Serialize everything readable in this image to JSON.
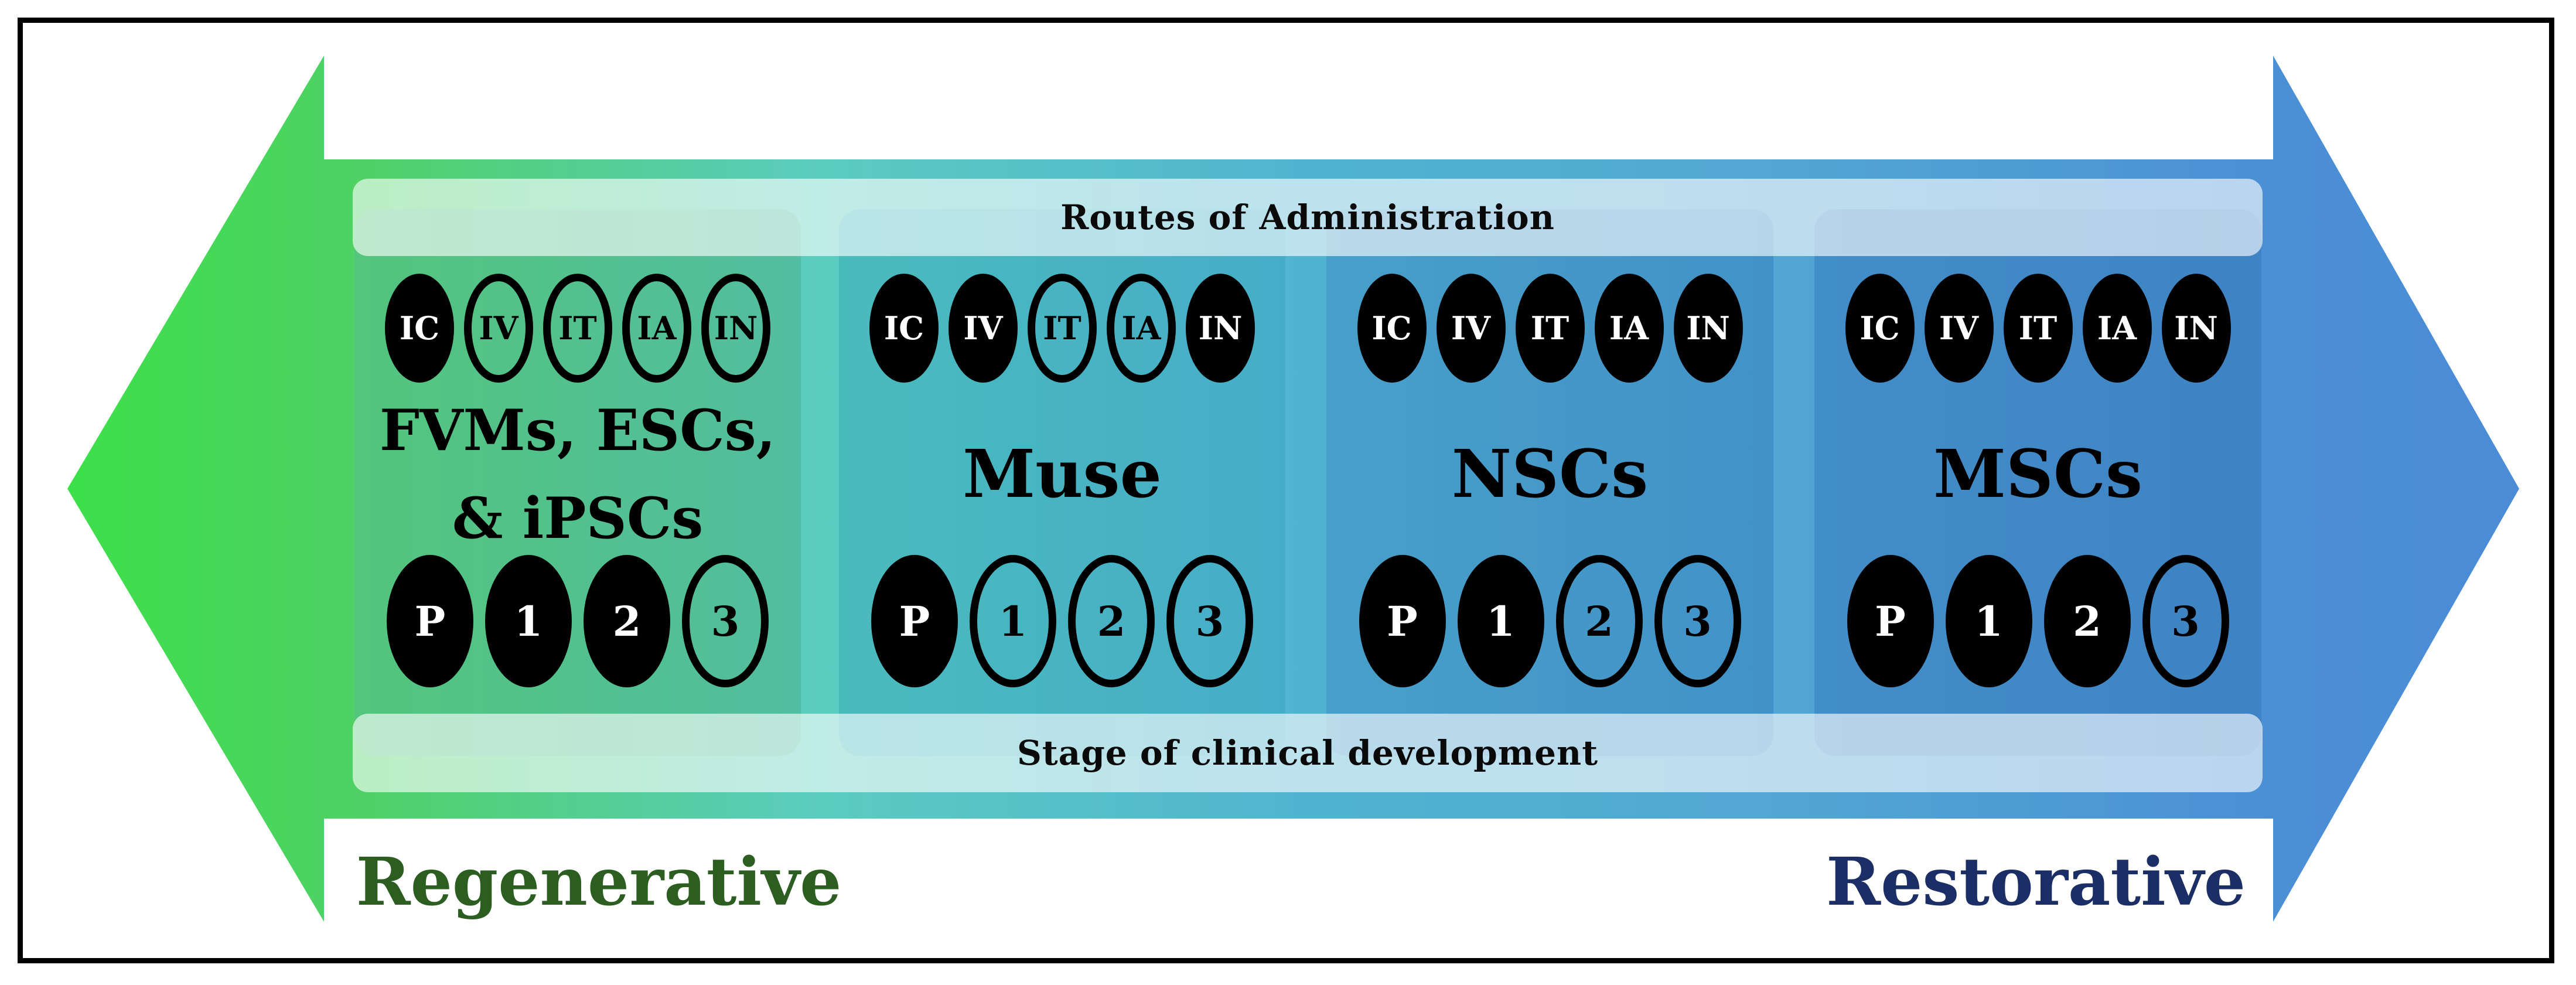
{
  "figure": {
    "bands": {
      "top": "Routes of Administration",
      "bottom": "Stage of clinical development"
    },
    "axis": {
      "left_label": "Regenerative",
      "right_label": "Restorative"
    },
    "colors": {
      "gradient_left_green": "#3ce04a",
      "gradient_mid_teal": "#50b4d0",
      "gradient_right_blue": "#4a8cd6",
      "badge_filled": "#000000",
      "badge_text_filled": "#ffffff",
      "badge_outline": "#000000",
      "band_overlay": "rgba(255,255,255,0.62)",
      "regenerative_label": "#2b5e20",
      "restorative_label": "#1b2f66",
      "frame": "#000000"
    },
    "panels": [
      {
        "name": "FVMs, ESCs, & iPSCs",
        "label_line1": "FVMs, ESCs,",
        "label_line2": "& iPSCs",
        "routes": [
          {
            "label": "IC",
            "filled": true
          },
          {
            "label": "IV",
            "filled": false
          },
          {
            "label": "IT",
            "filled": false
          },
          {
            "label": "IA",
            "filled": false
          },
          {
            "label": "IN",
            "filled": false
          }
        ],
        "stages": [
          {
            "label": "P",
            "filled": true
          },
          {
            "label": "1",
            "filled": true
          },
          {
            "label": "2",
            "filled": true
          },
          {
            "label": "3",
            "filled": false
          }
        ]
      },
      {
        "name": "Muse",
        "label_line1": "Muse",
        "routes": [
          {
            "label": "IC",
            "filled": true
          },
          {
            "label": "IV",
            "filled": true
          },
          {
            "label": "IT",
            "filled": false
          },
          {
            "label": "IA",
            "filled": false
          },
          {
            "label": "IN",
            "filled": true
          }
        ],
        "stages": [
          {
            "label": "P",
            "filled": true
          },
          {
            "label": "1",
            "filled": false
          },
          {
            "label": "2",
            "filled": false
          },
          {
            "label": "3",
            "filled": false
          }
        ]
      },
      {
        "name": "NSCs",
        "label_line1": "NSCs",
        "routes": [
          {
            "label": "IC",
            "filled": true
          },
          {
            "label": "IV",
            "filled": true
          },
          {
            "label": "IT",
            "filled": true
          },
          {
            "label": "IA",
            "filled": true
          },
          {
            "label": "IN",
            "filled": true
          }
        ],
        "stages": [
          {
            "label": "P",
            "filled": true
          },
          {
            "label": "1",
            "filled": true
          },
          {
            "label": "2",
            "filled": false
          },
          {
            "label": "3",
            "filled": false
          }
        ]
      },
      {
        "name": "MSCs",
        "label_line1": "MSCs",
        "routes": [
          {
            "label": "IC",
            "filled": true
          },
          {
            "label": "IV",
            "filled": true
          },
          {
            "label": "IT",
            "filled": true
          },
          {
            "label": "IA",
            "filled": true
          },
          {
            "label": "IN",
            "filled": true
          }
        ],
        "stages": [
          {
            "label": "P",
            "filled": true
          },
          {
            "label": "1",
            "filled": true
          },
          {
            "label": "2",
            "filled": true
          },
          {
            "label": "3",
            "filled": false
          }
        ]
      }
    ]
  }
}
